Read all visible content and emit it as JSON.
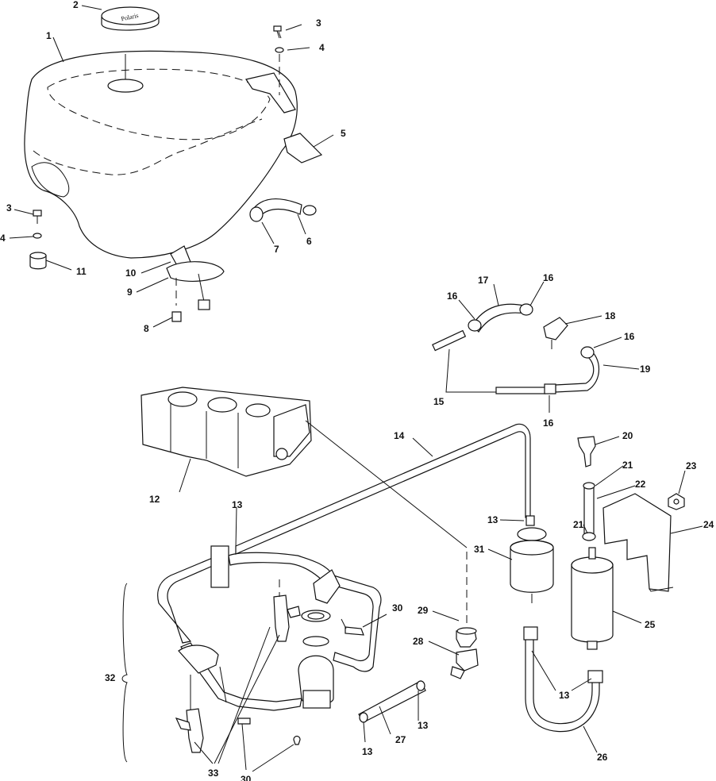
{
  "callouts": [
    {
      "id": "c1",
      "text": "1"
    },
    {
      "id": "c2",
      "text": "2"
    },
    {
      "id": "c3a",
      "text": "3"
    },
    {
      "id": "c4a",
      "text": "4"
    },
    {
      "id": "c5",
      "text": "5"
    },
    {
      "id": "c6",
      "text": "6"
    },
    {
      "id": "c7",
      "text": "7"
    },
    {
      "id": "c3b",
      "text": "3"
    },
    {
      "id": "c4b",
      "text": "4"
    },
    {
      "id": "c11",
      "text": "11"
    },
    {
      "id": "c10",
      "text": "10"
    },
    {
      "id": "c9",
      "text": "9"
    },
    {
      "id": "c8",
      "text": "8"
    },
    {
      "id": "c17",
      "text": "17"
    },
    {
      "id": "c16a",
      "text": "16"
    },
    {
      "id": "c16b",
      "text": "16"
    },
    {
      "id": "c18",
      "text": "18"
    },
    {
      "id": "c16c",
      "text": "16"
    },
    {
      "id": "c19",
      "text": "19"
    },
    {
      "id": "c15",
      "text": "15"
    },
    {
      "id": "c16d",
      "text": "16"
    },
    {
      "id": "c20",
      "text": "20"
    },
    {
      "id": "c21a",
      "text": "21"
    },
    {
      "id": "c22",
      "text": "22"
    },
    {
      "id": "c23",
      "text": "23"
    },
    {
      "id": "c24",
      "text": "24"
    },
    {
      "id": "c21b",
      "text": "21"
    },
    {
      "id": "c14",
      "text": "14"
    },
    {
      "id": "c12",
      "text": "12"
    },
    {
      "id": "c13a",
      "text": "13"
    },
    {
      "id": "c13b",
      "text": "13"
    },
    {
      "id": "c31",
      "text": "31"
    },
    {
      "id": "c29",
      "text": "29"
    },
    {
      "id": "c30a",
      "text": "30"
    },
    {
      "id": "c28",
      "text": "28"
    },
    {
      "id": "c25",
      "text": "25"
    },
    {
      "id": "c32",
      "text": "32"
    },
    {
      "id": "c13c",
      "text": "13"
    },
    {
      "id": "c27",
      "text": "27"
    },
    {
      "id": "c13d",
      "text": "13"
    },
    {
      "id": "c13e",
      "text": "13"
    },
    {
      "id": "c26",
      "text": "26"
    },
    {
      "id": "c33",
      "text": "33"
    },
    {
      "id": "c30b",
      "text": "30"
    }
  ]
}
